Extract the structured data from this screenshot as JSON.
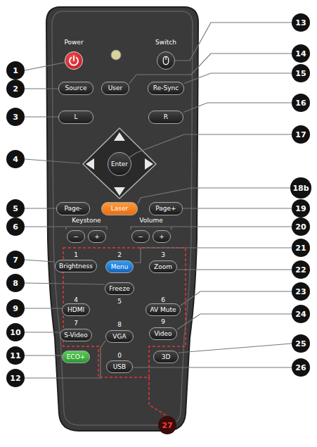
{
  "diagram": {
    "nodes": [
      {
        "text": [
          "Power"
        ]
      },
      {
        "text": [
          "Switch"
        ]
      },
      {
        "text": [
          "Source"
        ]
      },
      {
        "text": [
          "User"
        ]
      },
      {
        "text": [
          "Re-Sync"
        ]
      },
      {
        "text": [
          "L"
        ]
      },
      {
        "text": [
          "R"
        ]
      },
      {
        "text": [
          "Enter"
        ]
      },
      {
        "text": [
          "Page-"
        ]
      },
      {
        "text": [
          "Laser"
        ]
      },
      {
        "text": [
          "Page+"
        ]
      },
      {
        "text": [
          "−"
        ]
      },
      {
        "text": [
          "+"
        ]
      },
      {
        "text": [
          "−"
        ]
      },
      {
        "text": [
          "+"
        ]
      },
      {
        "text": [
          "Brightness"
        ]
      },
      {
        "text": [
          "Menu"
        ]
      },
      {
        "text": [
          "Zoom"
        ]
      },
      {
        "text": [
          "Freeze"
        ]
      },
      {
        "text": [
          "HDMI"
        ]
      },
      {
        "text": [
          "AV Mute"
        ]
      },
      {
        "text": [
          "S-Video"
        ]
      },
      {
        "text": [
          "VGA"
        ]
      },
      {
        "text": [
          "Video"
        ]
      },
      {
        "text": [
          "ECO+"
        ]
      },
      {
        "text": [
          "USB"
        ]
      },
      {
        "text": [
          "3D"
        ]
      },
      {
        "text": [
          "1"
        ]
      },
      {
        "text": [
          "2"
        ]
      },
      {
        "text": [
          "3"
        ]
      },
      {
        "text": [
          "4"
        ]
      },
      {
        "text": [
          "5"
        ]
      },
      {
        "text": [
          "6"
        ]
      },
      {
        "text": [
          "7"
        ]
      },
      {
        "text": [
          "8"
        ]
      },
      {
        "text": [
          "9"
        ]
      },
      {
        "text": [
          "10"
        ]
      },
      {
        "text": [
          "11"
        ]
      },
      {
        "text": [
          "12"
        ]
      },
      {
        "text": [
          "13"
        ]
      },
      {
        "text": [
          "14"
        ]
      },
      {
        "text": [
          "15"
        ]
      },
      {
        "text": [
          "16"
        ]
      },
      {
        "text": [
          "17"
        ]
      },
      {
        "text": [
          "18b"
        ]
      },
      {
        "text": [
          "19"
        ]
      },
      {
        "text": [
          "20"
        ]
      },
      {
        "text": [
          "21"
        ]
      },
      {
        "text": [
          "22"
        ]
      },
      {
        "text": [
          "23"
        ]
      },
      {
        "text": [
          "24"
        ]
      },
      {
        "text": [
          "25"
        ]
      },
      {
        "text": [
          "26"
        ]
      },
      {
        "text": [
          "27"
        ]
      }
    ],
    "edges": [
      {
        "from": 27,
        "to": 0,
        "arrow": "none"
      },
      {
        "from": 28,
        "to": 2,
        "arrow": "none"
      },
      {
        "from": 29,
        "to": 5,
        "arrow": "none"
      },
      {
        "from": 31,
        "to": 8,
        "arrow": "none"
      },
      {
        "from": 33,
        "to": 15,
        "arrow": "none"
      },
      {
        "from": 34,
        "to": 18,
        "arrow": "none"
      },
      {
        "from": 35,
        "to": 19,
        "arrow": "none"
      },
      {
        "from": 36,
        "to": 21,
        "arrow": "none"
      },
      {
        "from": 37,
        "to": 24,
        "arrow": "none"
      },
      {
        "from": 38,
        "to": 22,
        "arrow": "none"
      },
      {
        "from": 39,
        "to": 1,
        "arrow": "none"
      },
      {
        "from": 40,
        "to": 3,
        "arrow": "none"
      },
      {
        "from": 41,
        "to": 4,
        "arrow": "none"
      },
      {
        "from": 42,
        "to": 6,
        "arrow": "none"
      },
      {
        "from": 43,
        "to": 7,
        "arrow": "none"
      },
      {
        "from": 44,
        "to": 9,
        "arrow": "none"
      },
      {
        "from": 45,
        "to": 10,
        "arrow": "none"
      },
      {
        "from": 47,
        "to": 16,
        "arrow": "none"
      },
      {
        "from": 48,
        "to": 17,
        "arrow": "none"
      },
      {
        "from": 49,
        "to": 20,
        "arrow": "none"
      },
      {
        "from": 50,
        "to": 23,
        "arrow": "none"
      },
      {
        "from": 51,
        "to": 26,
        "arrow": "none"
      },
      {
        "from": 52,
        "to": 25,
        "arrow": "none"
      }
    ],
    "labels": [
      "Keystone",
      "Volume",
      "1",
      "2",
      "3",
      "4",
      "5",
      "6",
      "7",
      "8",
      "9",
      "0"
    ]
  }
}
